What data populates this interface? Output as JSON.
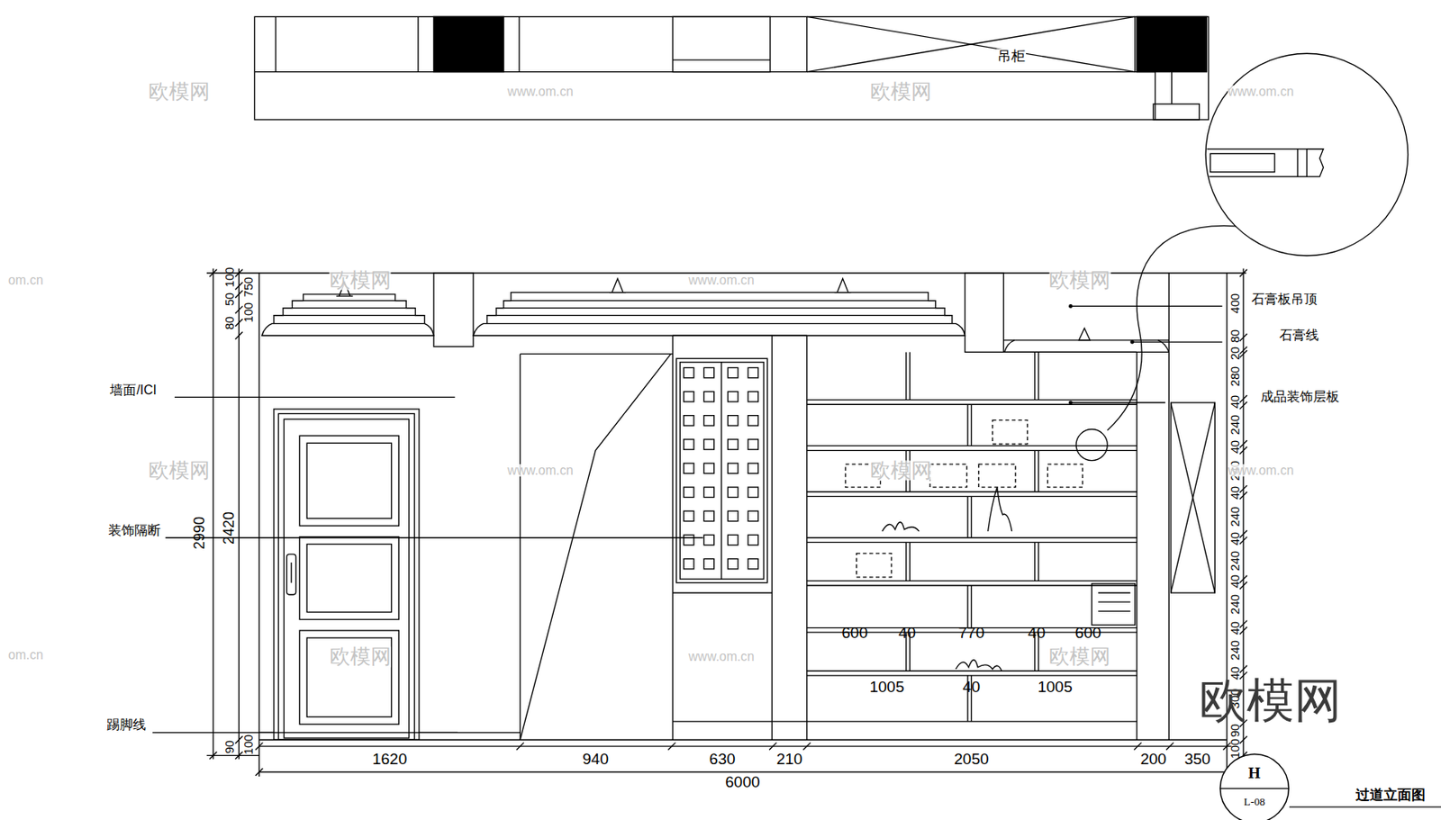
{
  "diagram": {
    "title": "过道立面图",
    "nodes": [
      {
        "text": [
          "H",
          "L-08"
        ]
      }
    ],
    "labels": [
      "墙面/ICI",
      "装饰隔断",
      "踢脚线",
      "石膏板吊顶",
      "石膏线",
      "成品装饰层板",
      "吊柜",
      "2990",
      "2420",
      "80",
      "50",
      "100",
      "100",
      "750",
      "90",
      "100",
      "400",
      "80",
      "20",
      "280",
      "40",
      "240",
      "40",
      "240",
      "40",
      "240",
      "40",
      "240",
      "40",
      "240",
      "40",
      "240",
      "40",
      "300",
      "90",
      "100",
      "600",
      "40",
      "770",
      "40",
      "600",
      "1005",
      "40",
      "1005",
      "1620",
      "940",
      "630",
      "210",
      "2050",
      "200",
      "350",
      "6000",
      "欧模网",
      "www.om.cn",
      "欧模网",
      "www.om.cn",
      "om.cn",
      "欧模网",
      "www.om.cn",
      "欧模网",
      "欧模网",
      "www.om.cn",
      "欧模网",
      "www.om.cn",
      "om.cn",
      "欧模网",
      "www.om.cn",
      "欧模网",
      "欧模网"
    ]
  }
}
